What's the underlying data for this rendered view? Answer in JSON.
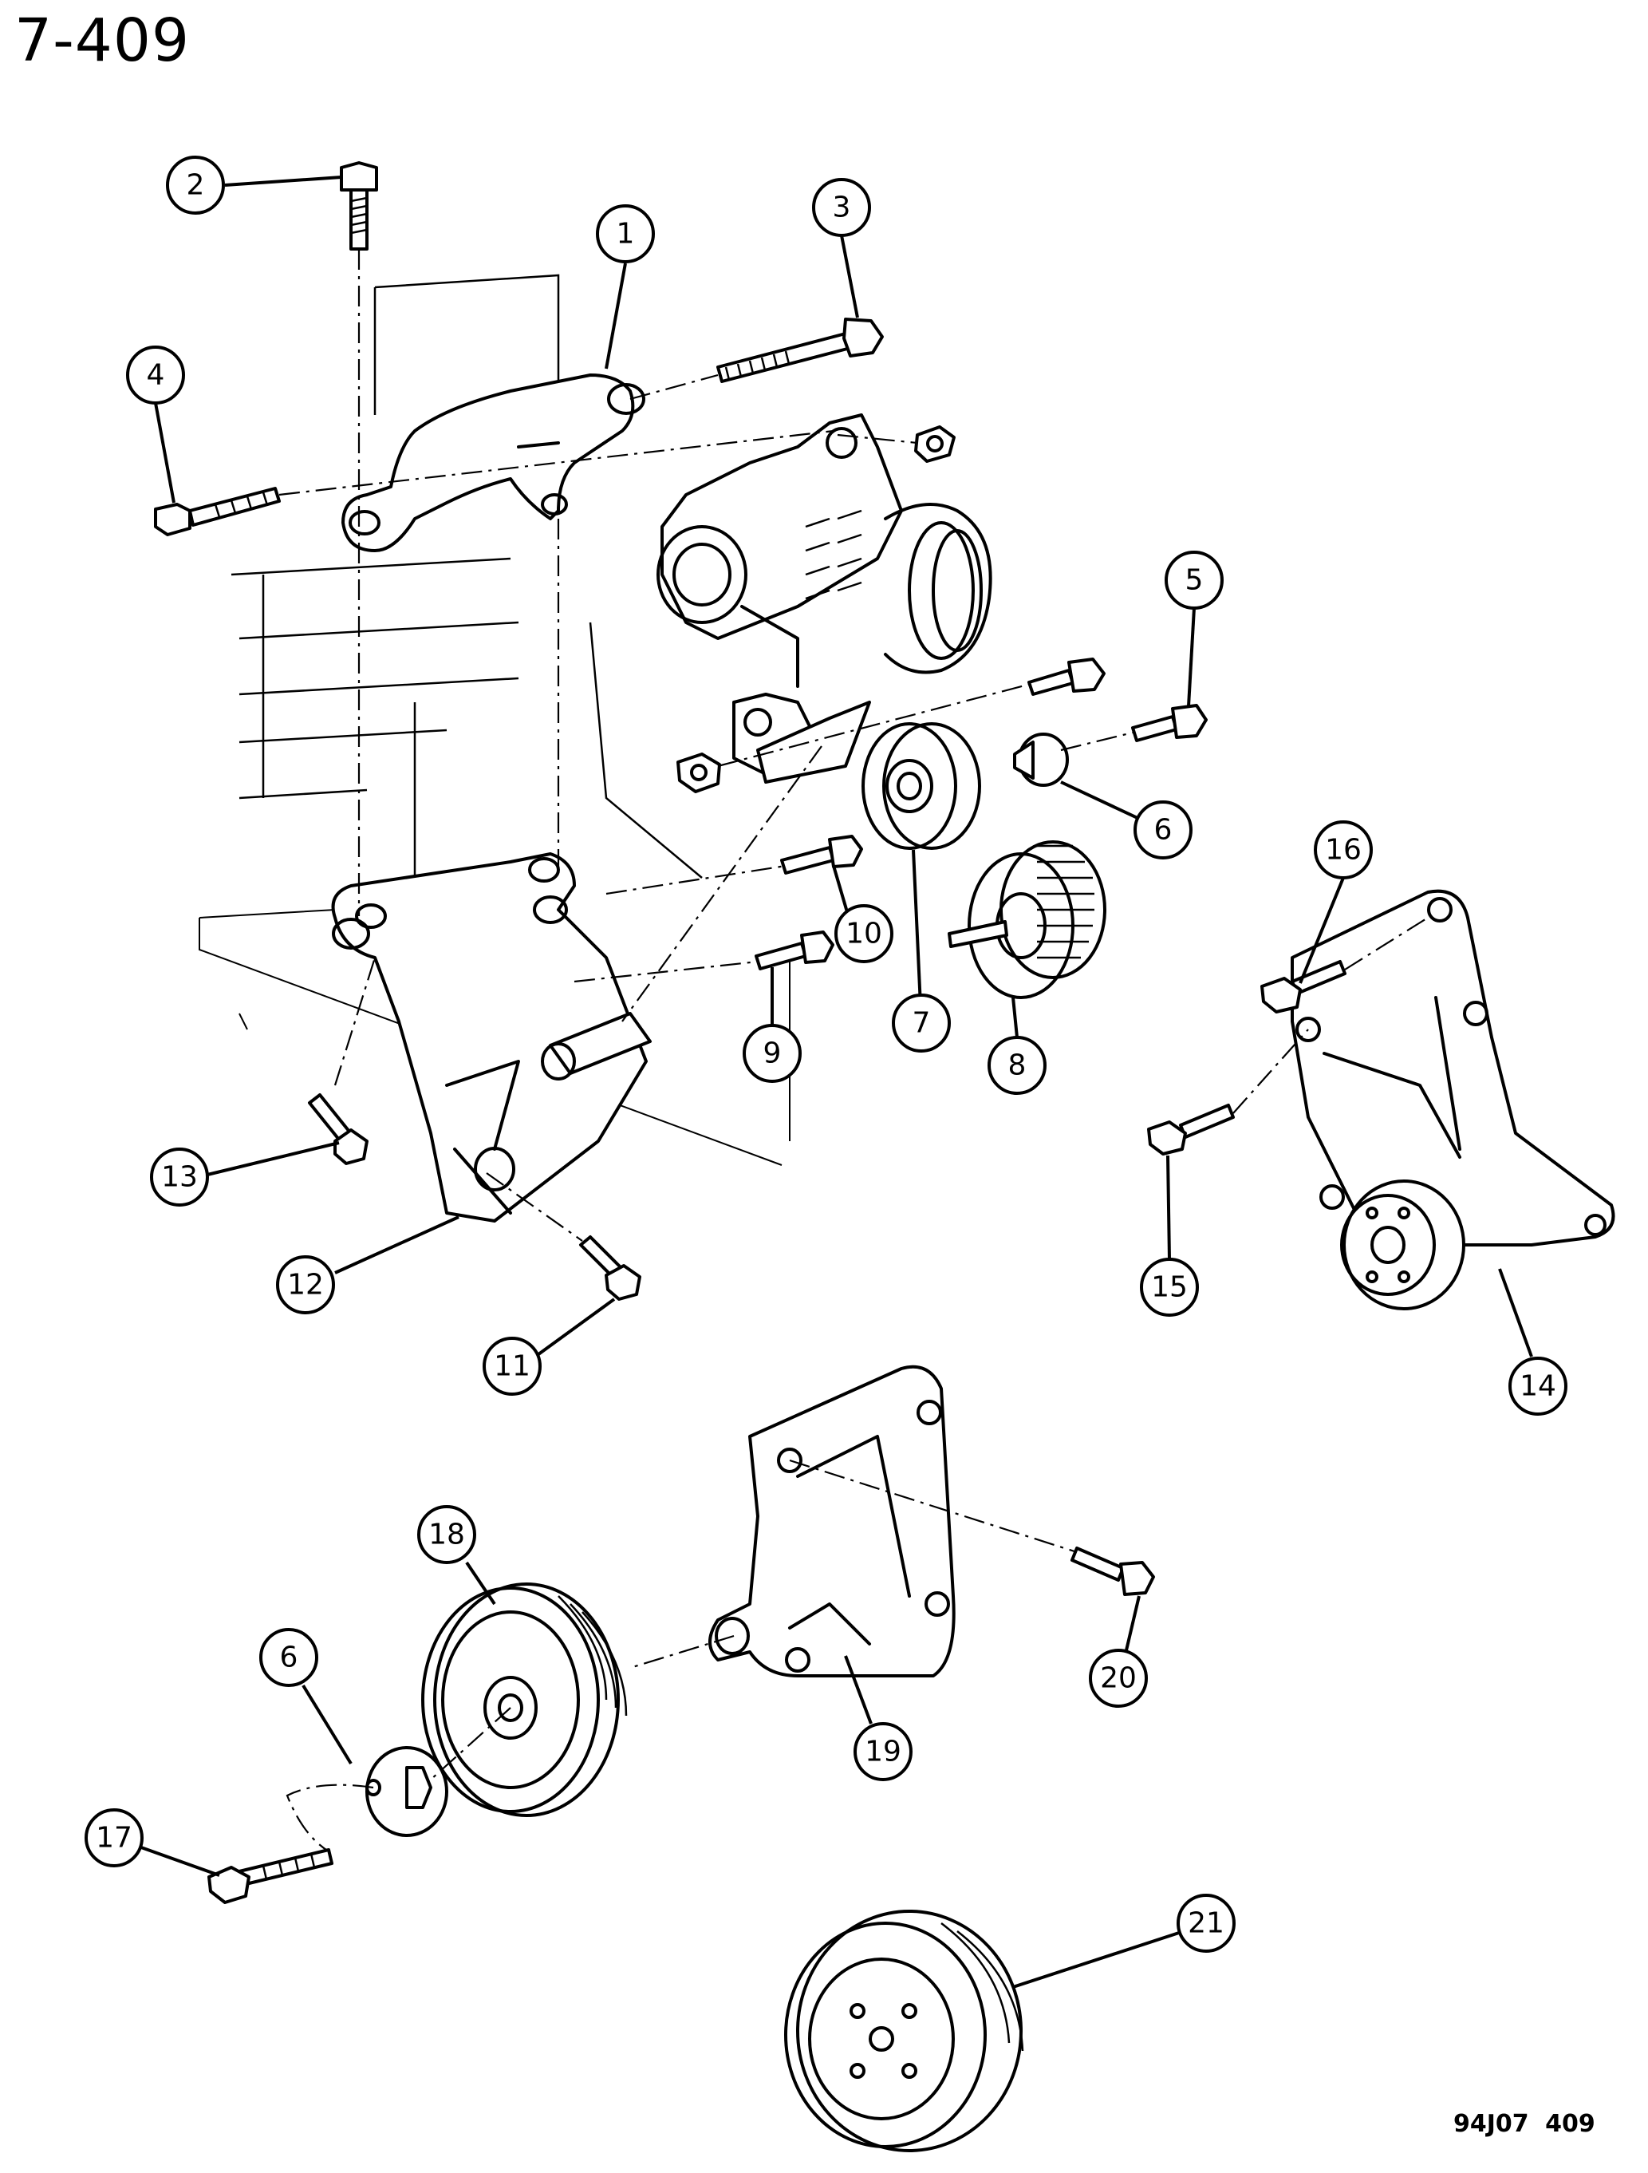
{
  "page_number": "7-409",
  "figure_code": "94J07 409",
  "callouts": [
    {
      "id": "c1",
      "label": "1"
    },
    {
      "id": "c2",
      "label": "2"
    },
    {
      "id": "c3",
      "label": "3"
    },
    {
      "id": "c4",
      "label": "4"
    },
    {
      "id": "c5",
      "label": "5"
    },
    {
      "id": "c6a",
      "label": "6"
    },
    {
      "id": "c7",
      "label": "7"
    },
    {
      "id": "c8",
      "label": "8"
    },
    {
      "id": "c9",
      "label": "9"
    },
    {
      "id": "c10",
      "label": "10"
    },
    {
      "id": "c11",
      "label": "11"
    },
    {
      "id": "c12",
      "label": "12"
    },
    {
      "id": "c13",
      "label": "13"
    },
    {
      "id": "c14",
      "label": "14"
    },
    {
      "id": "c15",
      "label": "15"
    },
    {
      "id": "c16",
      "label": "16"
    },
    {
      "id": "c6b",
      "label": "6"
    },
    {
      "id": "c17",
      "label": "17"
    },
    {
      "id": "c18",
      "label": "18"
    },
    {
      "id": "c19",
      "label": "19"
    },
    {
      "id": "c20",
      "label": "20"
    },
    {
      "id": "c21",
      "label": "21"
    }
  ]
}
